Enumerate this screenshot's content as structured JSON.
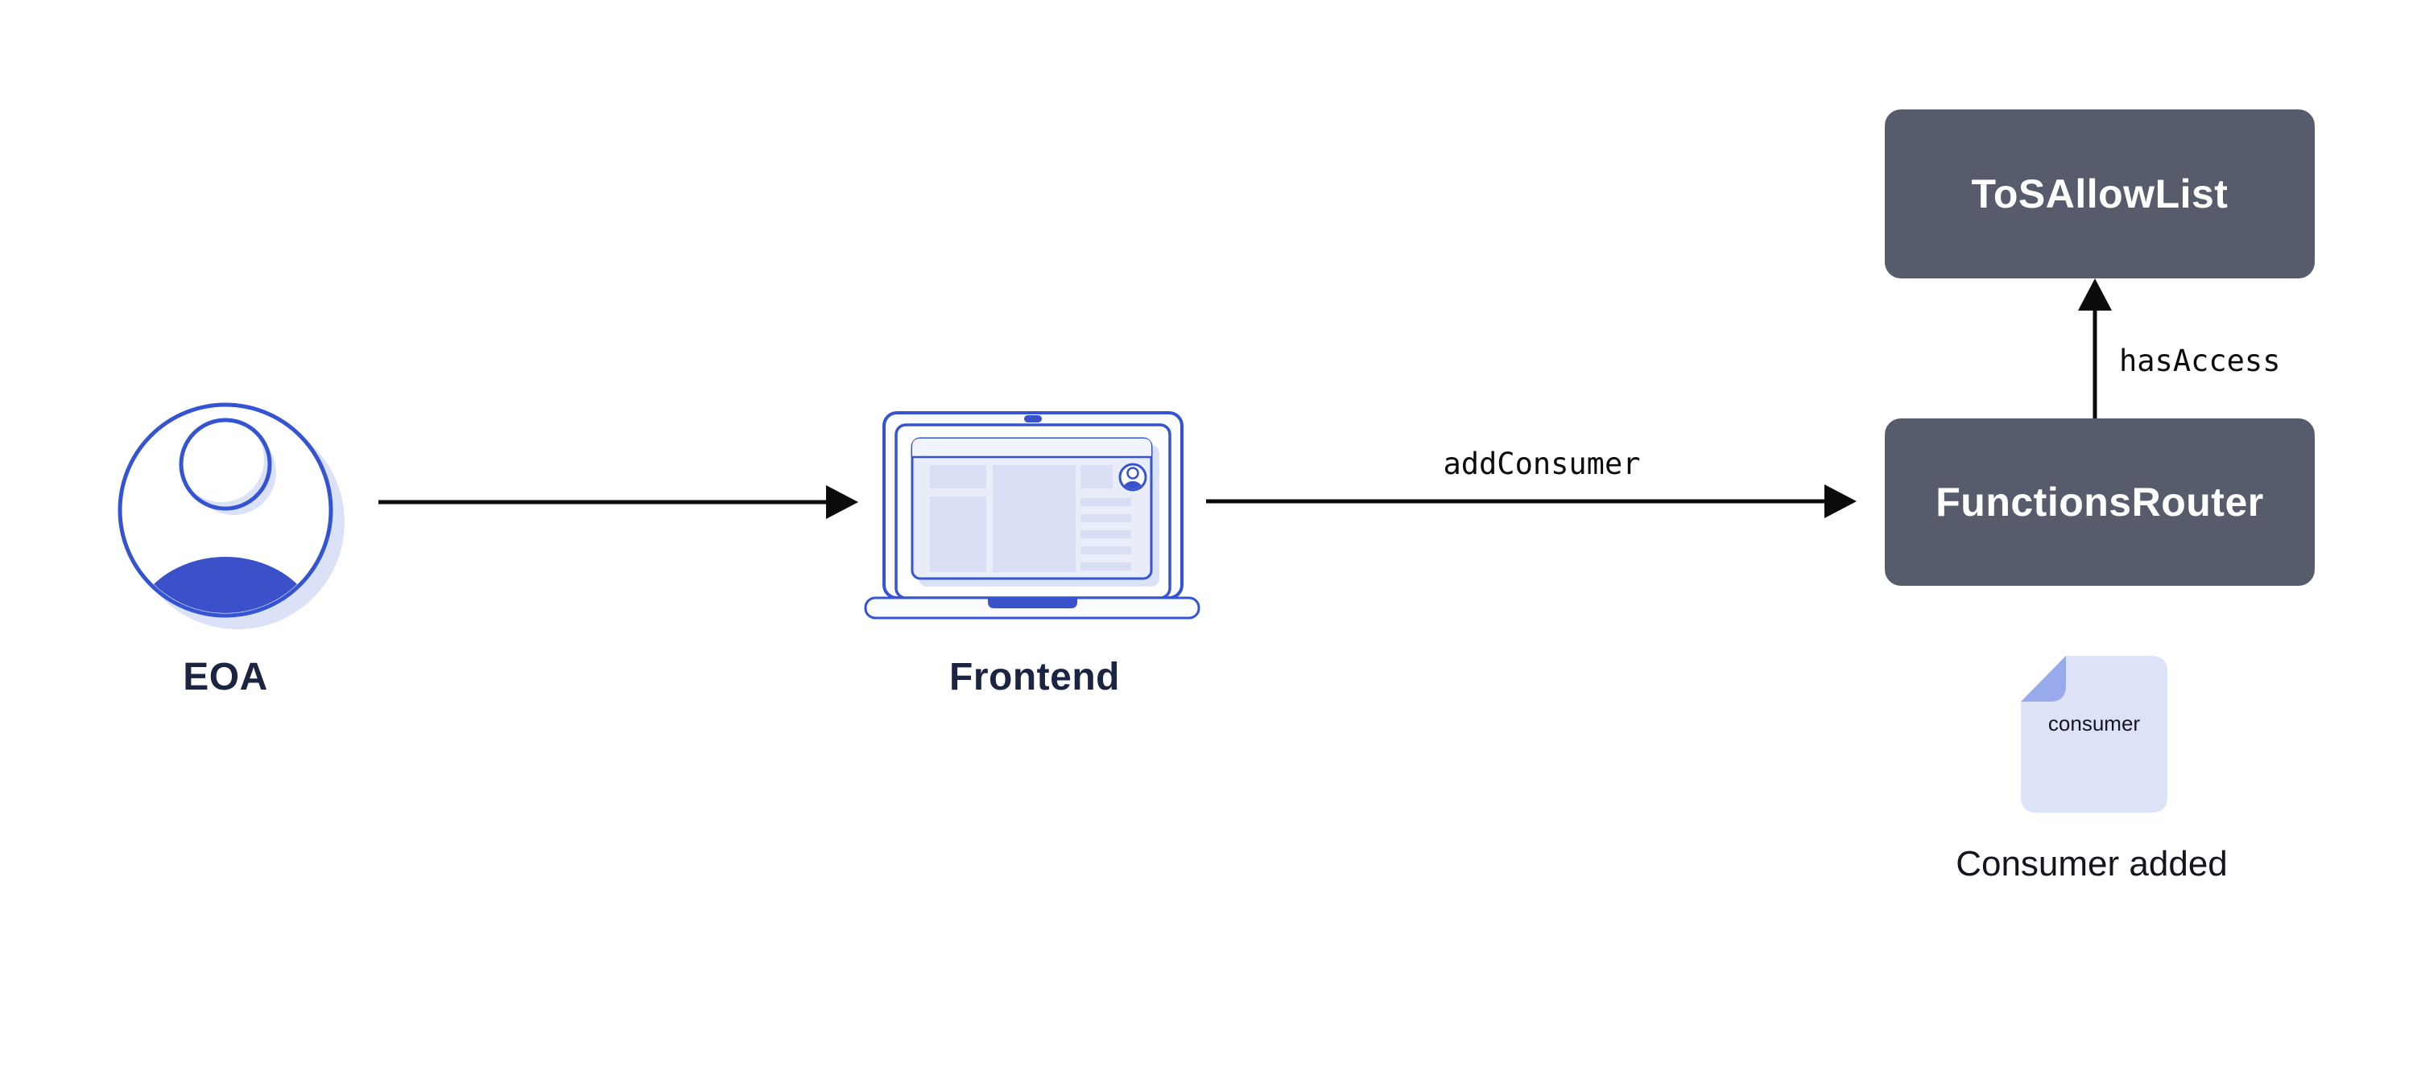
{
  "nodes": {
    "eoa": {
      "label": "EOA"
    },
    "frontend": {
      "label": "Frontend"
    },
    "tos_allow_list": {
      "label": "ToSAllowList"
    },
    "functions_router": {
      "label": "FunctionsRouter"
    },
    "consumer_file": {
      "label": "consumer",
      "caption": "Consumer added"
    }
  },
  "edges": {
    "frontend_to_router": {
      "label": "addConsumer"
    },
    "router_to_allowlist": {
      "label": "hasAccess"
    }
  },
  "colors": {
    "accent_blue": "#3454d4",
    "solid_blue": "#3b51c9",
    "lavender": "#dbe2f7",
    "pale_panel": "#fbfcff",
    "window_fill": "#e9edf9",
    "window_header": "#f1f4fb",
    "block_fill": "#d8dff5",
    "node_fill": "#565c6b",
    "node_text": "#ffffff",
    "label_text": "#1b2440",
    "caption_text": "#14161f",
    "edge_color": "#0b0b0b",
    "doc_fill": "#dce3f8",
    "doc_fold": "#98a9ec",
    "background": "#ffffff"
  }
}
